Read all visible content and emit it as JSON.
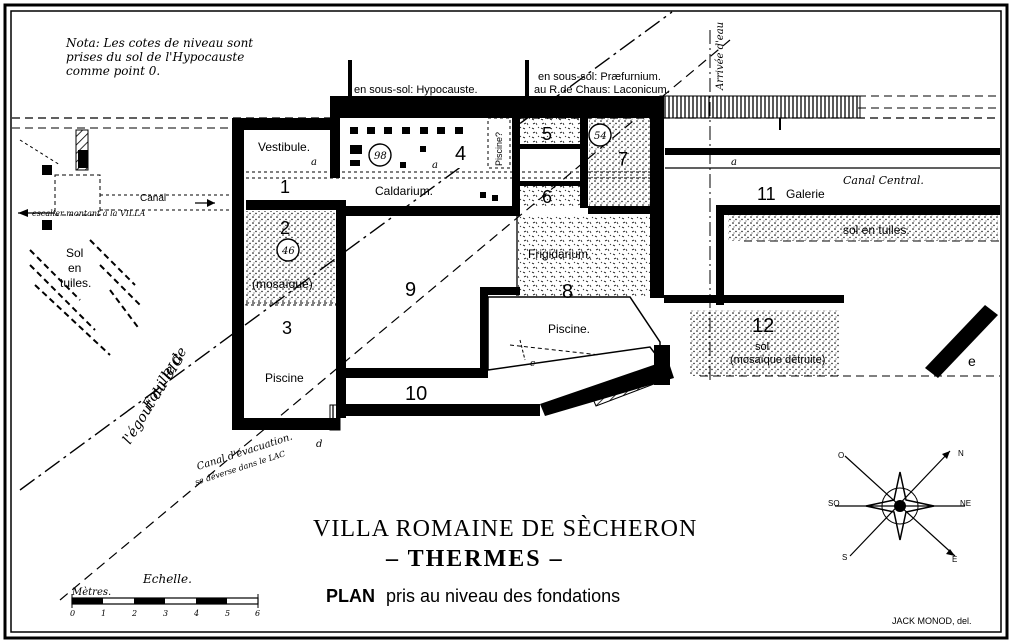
{
  "title": {
    "line1": "VILLA ROMAINE DE SÈCHERON",
    "line2": "– THERMES –",
    "line3_bold": "PLAN",
    "line3_rest": "pris au niveau des fondations"
  },
  "nota": {
    "line1": "Nota: Les cotes de niveau sont",
    "line2": "prises du sol de l'Hypocauste",
    "line3": "comme point 0."
  },
  "credit": "JACK MONOD, del.",
  "scale": {
    "title": "Echelle.",
    "unit": "Mètres.",
    "ticks": [
      "0",
      "1",
      "2",
      "3",
      "4",
      "5",
      "6"
    ]
  },
  "compass": {
    "N": "N",
    "NE": "NE",
    "E": "E",
    "S": "S",
    "SO": "SO",
    "O": "O"
  },
  "notes": {
    "hypocauste": "en sous-sol: Hypocauste.",
    "praefurnium": "en sous-sol: Præfurnium.",
    "laconicum": "au R.de Chaus: Laconicum.",
    "arrivee": "Arrivée d'eau",
    "canal_central": "Canal Central.",
    "canal": "Canal",
    "escalier": "escalier montant à la VILLA",
    "sol_tuiles_left": [
      "Sol",
      "en",
      "tuiles."
    ],
    "fouille": [
      "Fouille de",
      "l'égout du BIG"
    ],
    "evacuation": [
      "Canal d'évacuation.",
      "se déverse dans le LAC"
    ],
    "level_a": "a",
    "level_d": "d",
    "level_c": "c"
  },
  "rooms": {
    "r1": {
      "number": "1",
      "name": "Vestibule."
    },
    "r2": {
      "number": "2",
      "name": "(mosaïque)",
      "level": "46"
    },
    "r3": {
      "number": "3",
      "name": "Piscine"
    },
    "r4": {
      "number": "4",
      "name": "Caldarium.",
      "level": "98",
      "piscine_label": "Piscine?"
    },
    "r5": {
      "number": "5"
    },
    "r6": {
      "number": "6"
    },
    "r7": {
      "number": "7",
      "level": "54"
    },
    "r8": {
      "number": "8",
      "name": "Frigidarium.",
      "piscine": "Piscine."
    },
    "r9": {
      "number": "9"
    },
    "r10": {
      "number": "10"
    },
    "r11": {
      "number": "11",
      "name": "Galerie",
      "floor": "sol en tuiles."
    },
    "r12": {
      "number": "12",
      "name_line1": "sol",
      "name_line2": "(mosaïque détruite)"
    },
    "e": {
      "label": "e"
    }
  }
}
